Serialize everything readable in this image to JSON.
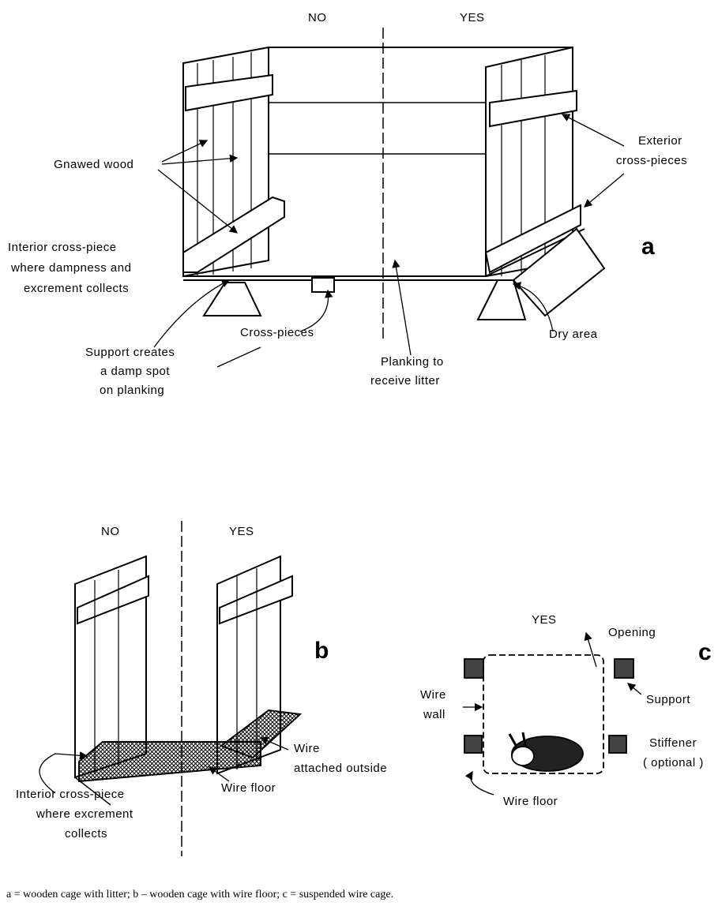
{
  "panel_a": {
    "no": "NO",
    "yes": "YES",
    "letter": "a",
    "gnawed_wood": "Gnawed wood",
    "exterior_1": "Exterior",
    "exterior_2": "cross-pieces",
    "interior_1": "Interior cross-piece",
    "interior_2": "where dampness and",
    "interior_3": "excrement collects",
    "support_1": "Support creates",
    "support_2": "a damp spot",
    "support_3": "on planking",
    "cross_pieces": "Cross-pieces",
    "dry_area": "Dry area",
    "planking_1": "Planking to",
    "planking_2": "receive litter"
  },
  "panel_b": {
    "no": "NO",
    "yes": "YES",
    "letter": "b",
    "wire_1": "Wire",
    "wire_2": "attached outside",
    "interior_1": "Interior cross-piece",
    "interior_2": "where excrement",
    "interior_3": "collects",
    "wire_floor": "Wire floor"
  },
  "panel_c": {
    "yes": "YES",
    "letter": "c",
    "opening": "Opening",
    "support": "Support",
    "wire_wall_1": "Wire",
    "wire_wall_2": "wall",
    "stiffener_1": "Stiffener",
    "stiffener_2": "( optional )",
    "wire_floor": "Wire floor"
  },
  "caption": "a = wooden cage with litter; b – wooden cage with wire floor; c = suspended wire cage."
}
